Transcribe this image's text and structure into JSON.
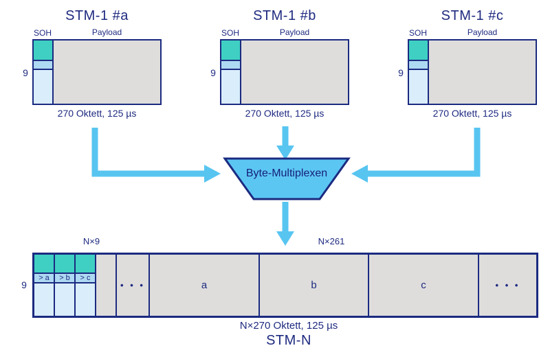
{
  "colors": {
    "navy_text": "#1e2a80",
    "navy_border": "#1b2a80",
    "soh_rsoh_teal": "#3fd0c3",
    "soh_pointer_blue": "#aed9f2",
    "soh_msoh_light": "#d9edfb",
    "payload_gray": "#dedddc",
    "arrow_blue": "#58c5f1",
    "multiplexer_fill": "#5cc6f3"
  },
  "icons": {
    "input_arrow_a": "elbow-arrow-right",
    "input_arrow_b": "arrow-down",
    "input_arrow_c": "elbow-arrow-left",
    "output_arrow": "arrow-down"
  },
  "stm1_frames": [
    {
      "title": "STM-1 #a",
      "soh_label": "SOH",
      "payload_label": "Payload",
      "rows_label": "9",
      "caption": "270 Oktett, 125 µs"
    },
    {
      "title": "STM-1 #b",
      "soh_label": "SOH",
      "payload_label": "Payload",
      "rows_label": "9",
      "caption": "270 Oktett, 125 µs"
    },
    {
      "title": "STM-1 #c",
      "soh_label": "SOH",
      "payload_label": "Payload",
      "rows_label": "9",
      "caption": "270 Oktett, 125 µs"
    }
  ],
  "multiplexer_label": "Byte-Multiplexen",
  "stmn_frame": {
    "soh_cols_label": "N×9",
    "payload_cols_label": "N×261",
    "rows_label": "9",
    "pointers": [
      "> a",
      "> b",
      "> c"
    ],
    "ellipsis": "• • •",
    "payload_sections": [
      "a",
      "b",
      "c"
    ],
    "caption": "N×270 Oktett, 125 µs",
    "title": "STM-N"
  }
}
